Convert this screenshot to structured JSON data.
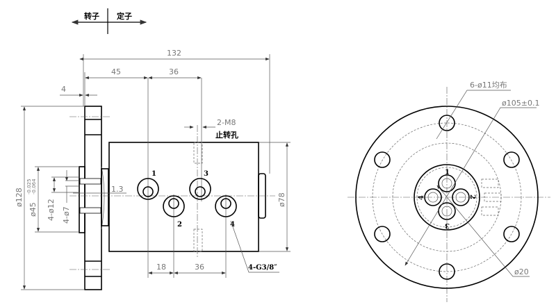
{
  "header": {
    "rotor": "转子",
    "stator": "定子"
  },
  "side_view": {
    "dims": {
      "overall_length": "132",
      "to_port1": "45",
      "port_spacing_top": "36",
      "flange_step": "4",
      "flange_dia": "ø128",
      "shaft_dia": "ø45",
      "shaft_tol_upper": "-0.025",
      "shaft_tol_lower": "-0.064",
      "bore_outer": "4-ø12",
      "bore_inner": "4-ø7",
      "gap": "1.3",
      "body_dia": "ø78",
      "port_offset": "18",
      "port_spacing_bottom": "36"
    },
    "thread_note": "2-M8",
    "thread_purpose": "止转孔",
    "port_thread": "4-G3/8″",
    "ports": [
      "1",
      "2",
      "3",
      "4"
    ]
  },
  "end_view": {
    "bolt_holes": "6-ø11均布",
    "bolt_circle": "ø105±0.1",
    "port_circle": "ø20",
    "ports": [
      "1",
      "2",
      "3",
      "4"
    ]
  }
}
